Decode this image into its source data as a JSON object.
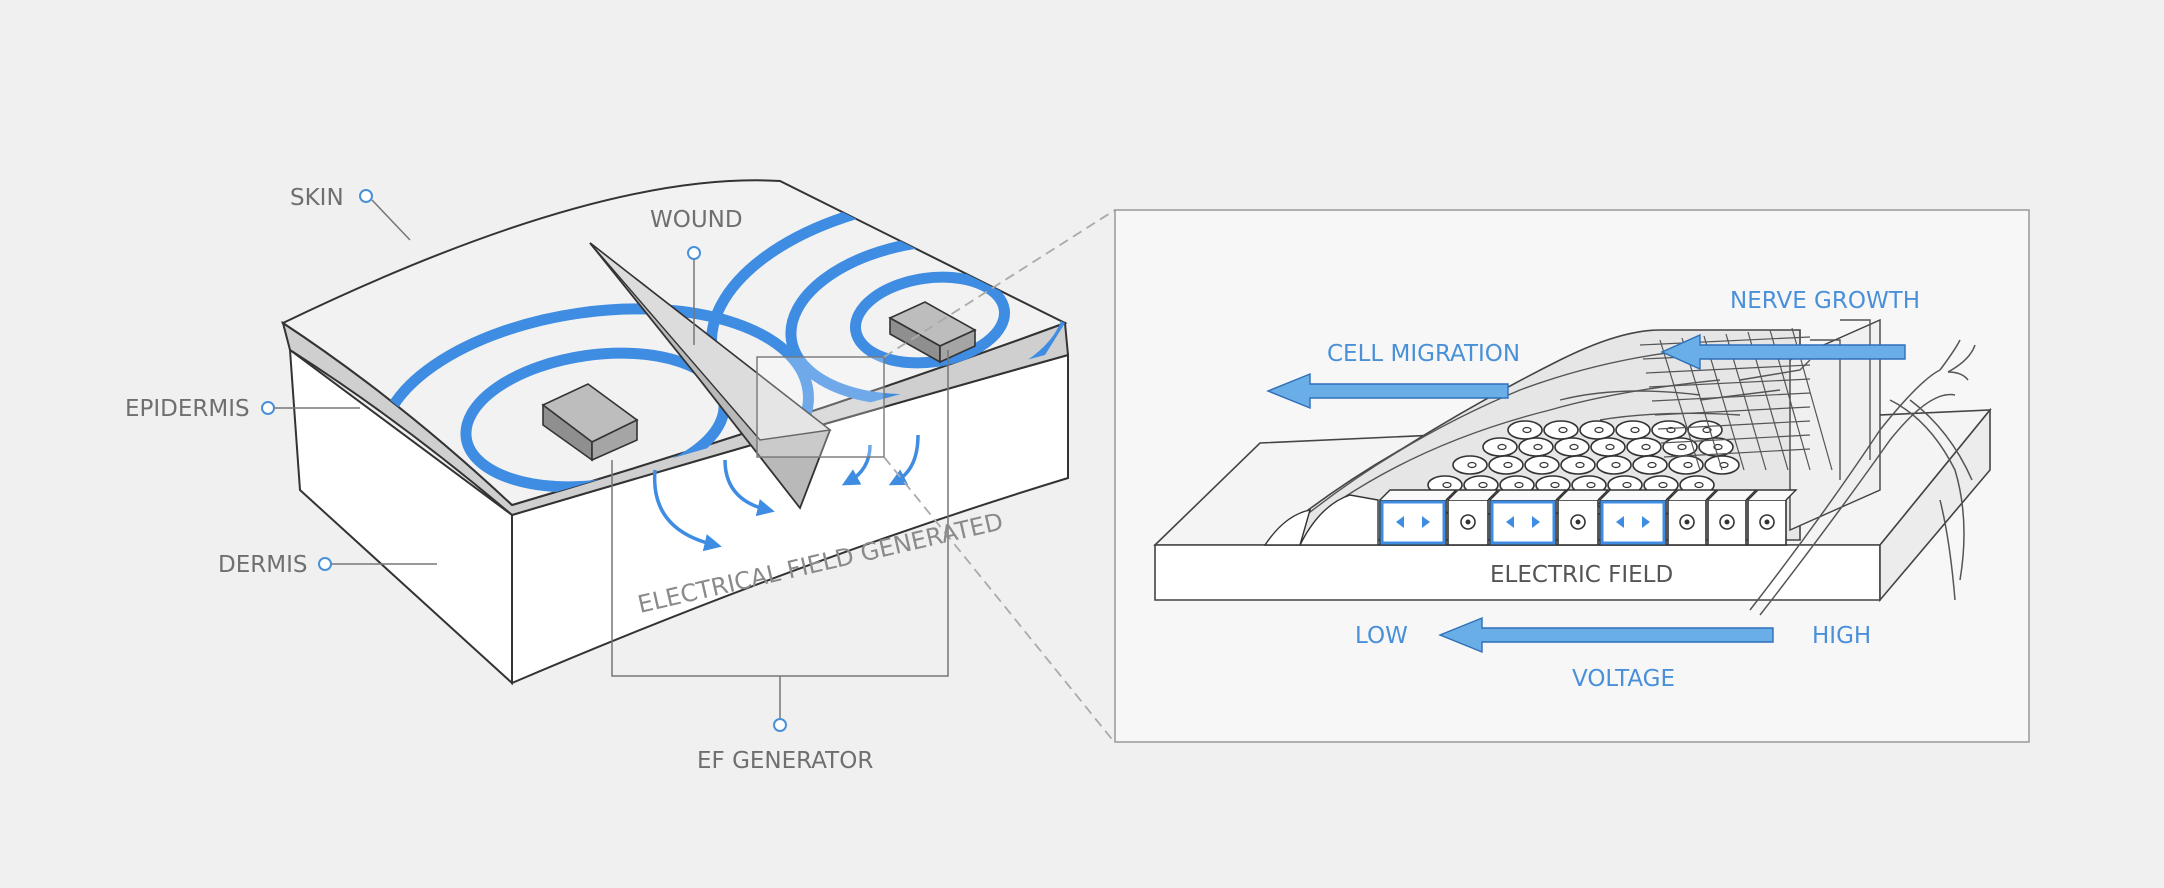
{
  "labels": {
    "skin": "SKIN",
    "wound": "WOUND",
    "epidermis": "EPIDERMIS",
    "dermis": "DERMIS",
    "ef_generator": "EF GENERATOR",
    "electrical_field_generated": "ELECTRICAL FIELD GENERATED",
    "nerve_growth": "NERVE GROWTH",
    "cell_migration": "CELL MIGRATION",
    "electric_field": "ELECTRIC FIELD",
    "low": "LOW",
    "high": "HIGH",
    "voltage": "VOLTAGE"
  },
  "colors": {
    "background": "#f0f0f0",
    "accent_blue": "#3f8de3",
    "arrow_fill": "#6aaee8",
    "label_grey": "#6f6f6f",
    "ink": "#333333"
  }
}
